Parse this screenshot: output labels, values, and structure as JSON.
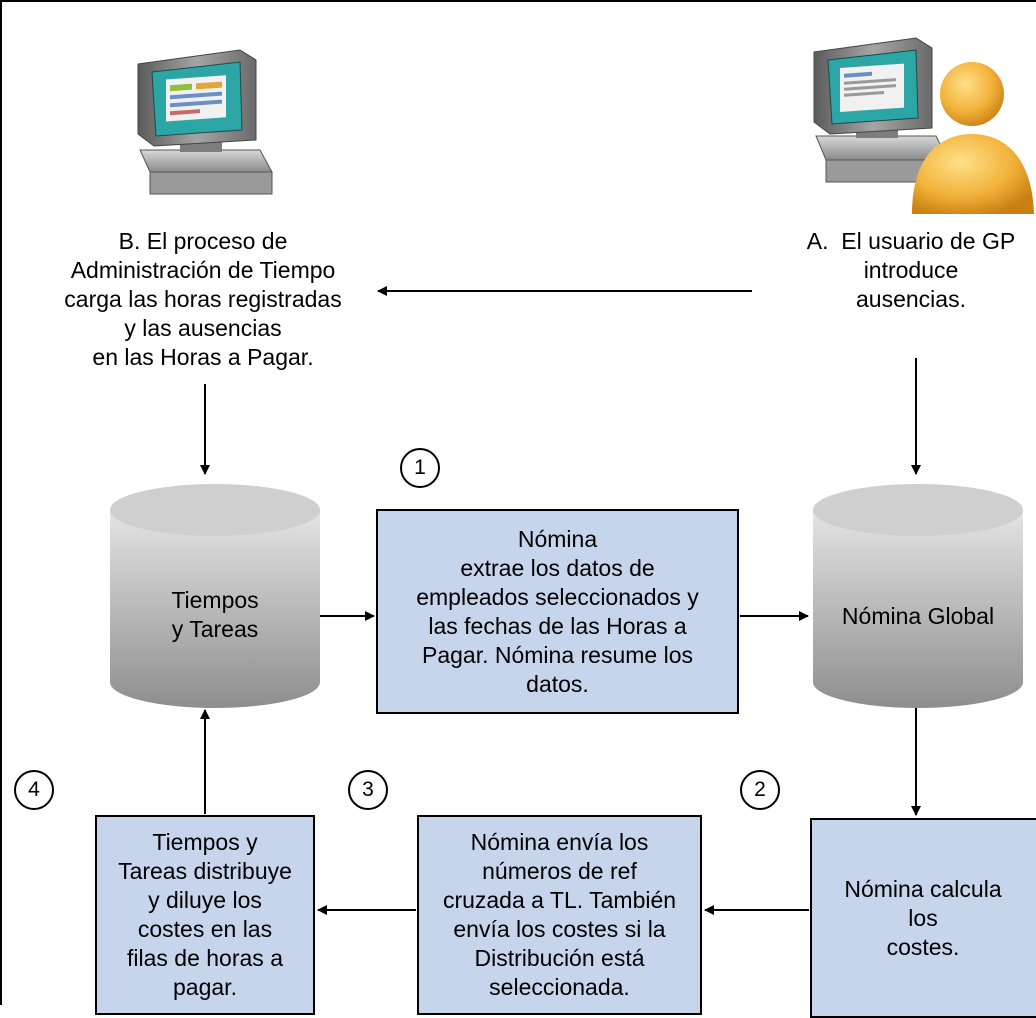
{
  "nodes": {
    "process_b": {
      "lines": [
        "B. El proceso de",
        "Administración de Tiempo",
        "carga las horas registradas",
        "y las ausencias",
        "en las Horas a Pagar."
      ]
    },
    "user_a": {
      "lines": [
        "A.  El usuario de GP",
        "introduce",
        "ausencias."
      ]
    },
    "db_time": {
      "lines": [
        "Tiempos",
        "y Tareas"
      ]
    },
    "db_payroll": {
      "lines": [
        "Nómina Global"
      ]
    },
    "box_extract": {
      "lines": [
        "Nómina",
        "extrae los datos de",
        "empleados seleccionados y",
        "las fechas de las Horas a",
        "Pagar. Nómina resume los",
        "datos."
      ]
    },
    "box_calc": {
      "lines": [
        "Nómina calcula",
        "los",
        "costes."
      ]
    },
    "box_send": {
      "lines": [
        "Nómina envía los",
        "números de ref",
        "cruzada a TL. También",
        "envía los costes si la",
        "Distribución está",
        "seleccionada."
      ]
    },
    "box_distribute": {
      "lines": [
        "Tiempos y",
        "Tareas distribuye",
        "y diluye los",
        "costes en las",
        "filas de horas a",
        "pagar."
      ]
    }
  },
  "steps": [
    "1",
    "2",
    "3",
    "4"
  ],
  "icons": {
    "computer_left": "desktop-computer-icon",
    "computer_right": "desktop-computer-user-icon"
  },
  "colors": {
    "box_fill": "#c6d4ec",
    "db_light": "#e4e4e4",
    "db_dark": "#8e8e8e",
    "monitor_screen": "#2ca5a5",
    "user_figure": "#f2b23a"
  }
}
